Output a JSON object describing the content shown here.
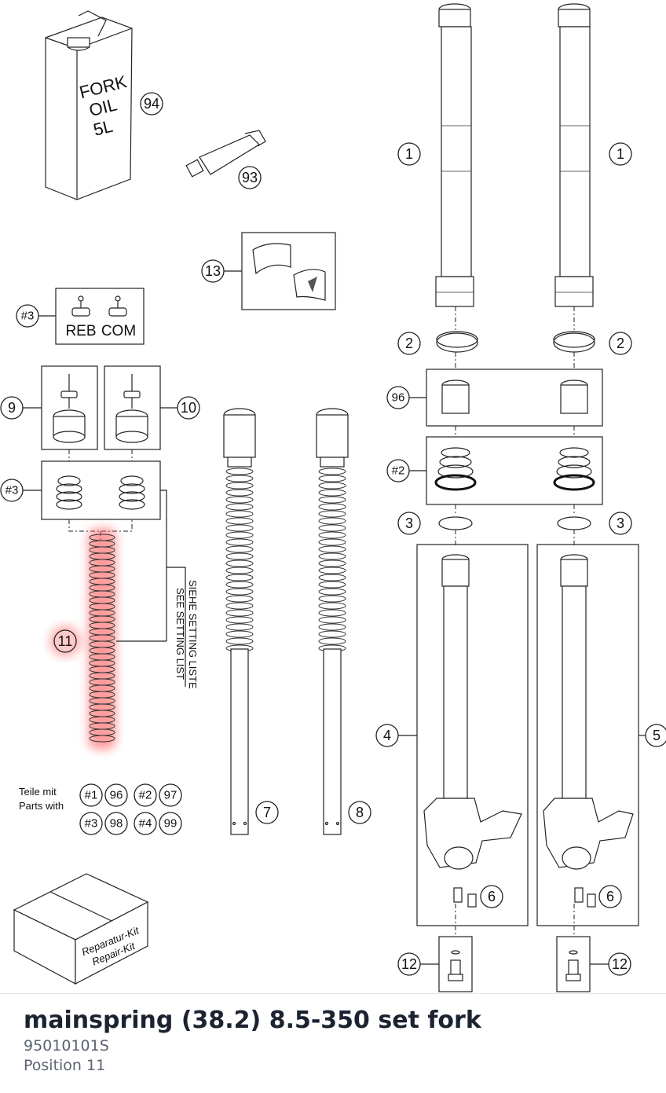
{
  "diagram": {
    "oil_can": {
      "lines": [
        "FORK",
        "OIL",
        "5L"
      ]
    },
    "kit_labels": {
      "reb": "REB",
      "com": "COM"
    },
    "setting_note": {
      "line1": "SIEHE SETTING LISTE",
      "line2": "SEE SETTING LIST"
    },
    "parts_with": {
      "line1": "Teile mit",
      "line2": "Parts with"
    },
    "repair_kit": {
      "line1": "Reparatur-Kit",
      "line2": "Repair-Kit"
    },
    "callouts": {
      "c94": "94",
      "c93": "93",
      "c13": "13",
      "c3a": "#3",
      "c9": "9",
      "c10": "10",
      "c3b": "#3",
      "c11": "11",
      "c7": "7",
      "c8": "8",
      "c1l": "1",
      "c1r": "1",
      "c2l": "2",
      "c2r": "2",
      "c96": "96",
      "c2h": "#2",
      "c3l": "3",
      "c3r": "3",
      "c4": "4",
      "c5": "5",
      "c6l": "6",
      "c6r": "6",
      "c12l": "12",
      "c12r": "12",
      "k1": "#1",
      "k96": "96",
      "k2": "#2",
      "k97": "97",
      "k3": "#3",
      "k98": "98",
      "k4": "#4",
      "k99": "99"
    },
    "highlighted_position": "11",
    "highlight_color": "#ff4d4d"
  },
  "footer": {
    "title": "mainspring (38.2) 8.5-350 set fork",
    "part_number": "95010101S",
    "position": "Position 11"
  }
}
